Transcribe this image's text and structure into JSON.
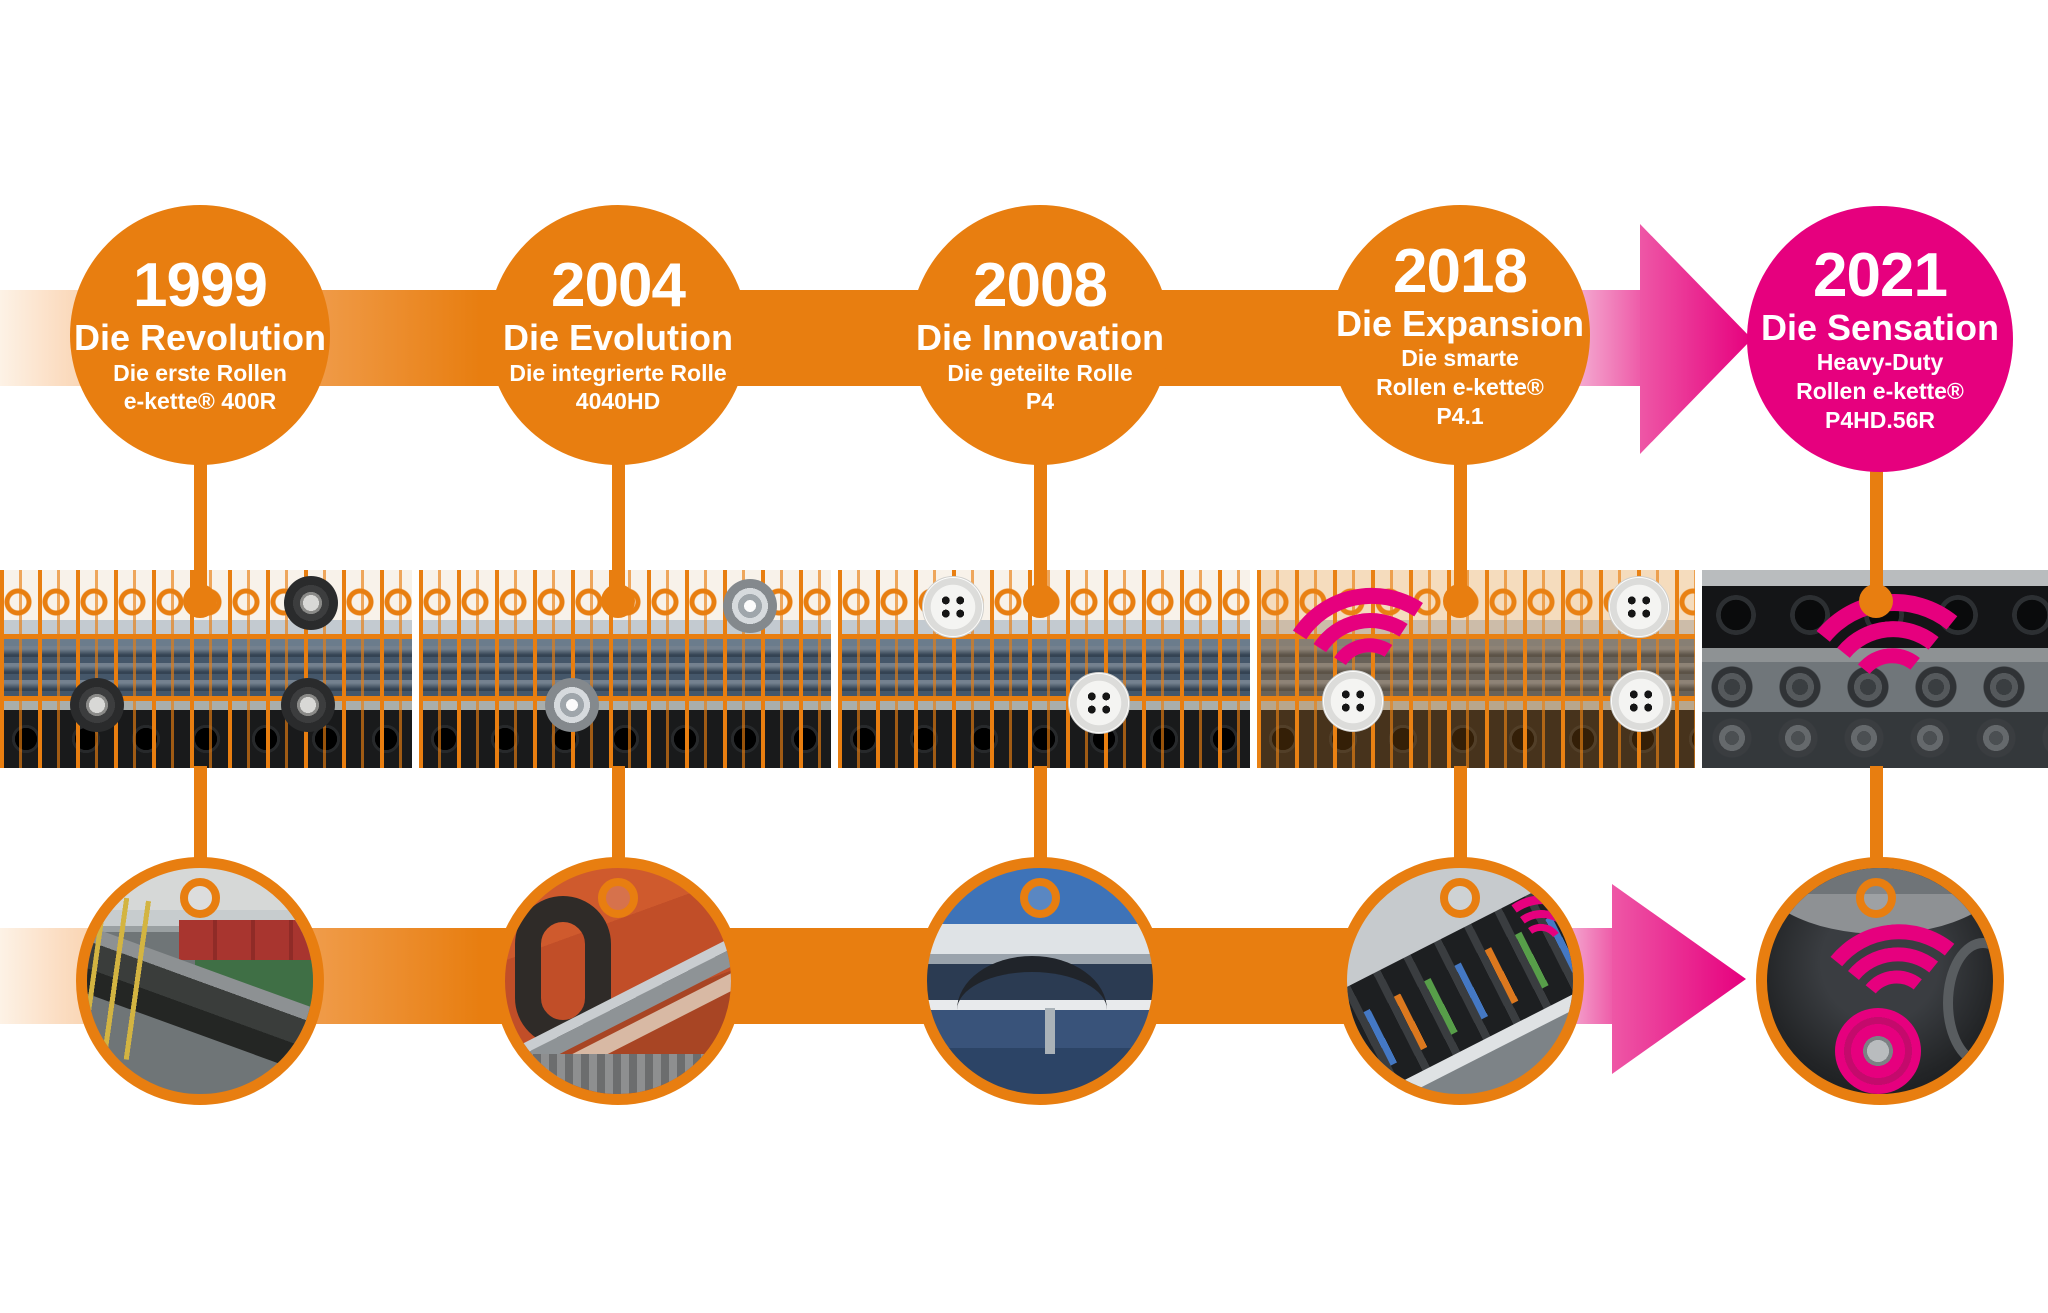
{
  "colors": {
    "orange": "#e87e10",
    "magenta": "#e6007e",
    "pink_light": "#f6cce2",
    "background": "#ffffff"
  },
  "timeline": {
    "direction": "left-to-right",
    "milestones": [
      {
        "year": "1999",
        "title": "Die Revolution",
        "sub1": "Die erste Rollen",
        "sub2": "e-kette® 400R",
        "sub3": "",
        "theme": "orange"
      },
      {
        "year": "2004",
        "title": "Die Evolution",
        "sub1": "Die integrierte Rolle",
        "sub2": "4040HD",
        "sub3": "",
        "theme": "orange"
      },
      {
        "year": "2008",
        "title": "Die Innovation",
        "sub1": "Die geteilte Rolle",
        "sub2": "P4",
        "sub3": "",
        "theme": "orange"
      },
      {
        "year": "2018",
        "title": "Die Expansion",
        "sub1": "Die smarte",
        "sub2": "Rollen e-kette®",
        "sub3": "P4.1",
        "theme": "orange"
      },
      {
        "year": "2021",
        "title": "Die Sensation",
        "sub1": "Heavy-Duty",
        "sub2": "Rollen e-kette®",
        "sub3": "P4HD.56R",
        "theme": "magenta"
      }
    ],
    "wifi_marked_years": [
      "2018",
      "2021"
    ]
  }
}
